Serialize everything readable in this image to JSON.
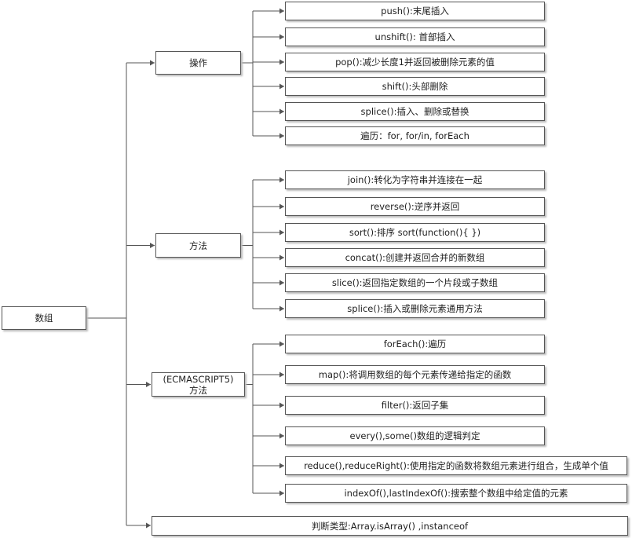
{
  "root": "数组",
  "groups": [
    {
      "label": "操作",
      "items": [
        "push():末尾插入",
        "unshift(): 首部插入",
        "pop():减少长度1并返回被删除元素的值",
        "shift():头部删除",
        "splice():插入、删除或替换",
        "遍历：for,  for/in, forEach"
      ]
    },
    {
      "label": "方法",
      "items": [
        "join():转化为字符串并连接在一起",
        "reverse():逆序并返回",
        "sort():排序  sort(function(){ })",
        "concat():创建并返回合并的新数组",
        "slice():返回指定数组的一个片段或子数组",
        "splice():插入或删除元素通用方法"
      ]
    },
    {
      "label": "(ECMASCRIPT5)\n方法",
      "items": [
        "forEach():遍历",
        "map():将调用数组的每个元素传递给指定的函数",
        "filter():返回子集",
        "every(),some()数组的逻辑判定",
        "reduce(),reduceRight():使用指定的函数将数组元素进行组合，生成单个值",
        "indexOf(),lastIndexOf():搜索整个数组中给定值的元素"
      ]
    }
  ],
  "type_check": "判断类型:Array.isArray() ,instanceof",
  "colors": {
    "line": "#555555",
    "border": "#555555"
  }
}
